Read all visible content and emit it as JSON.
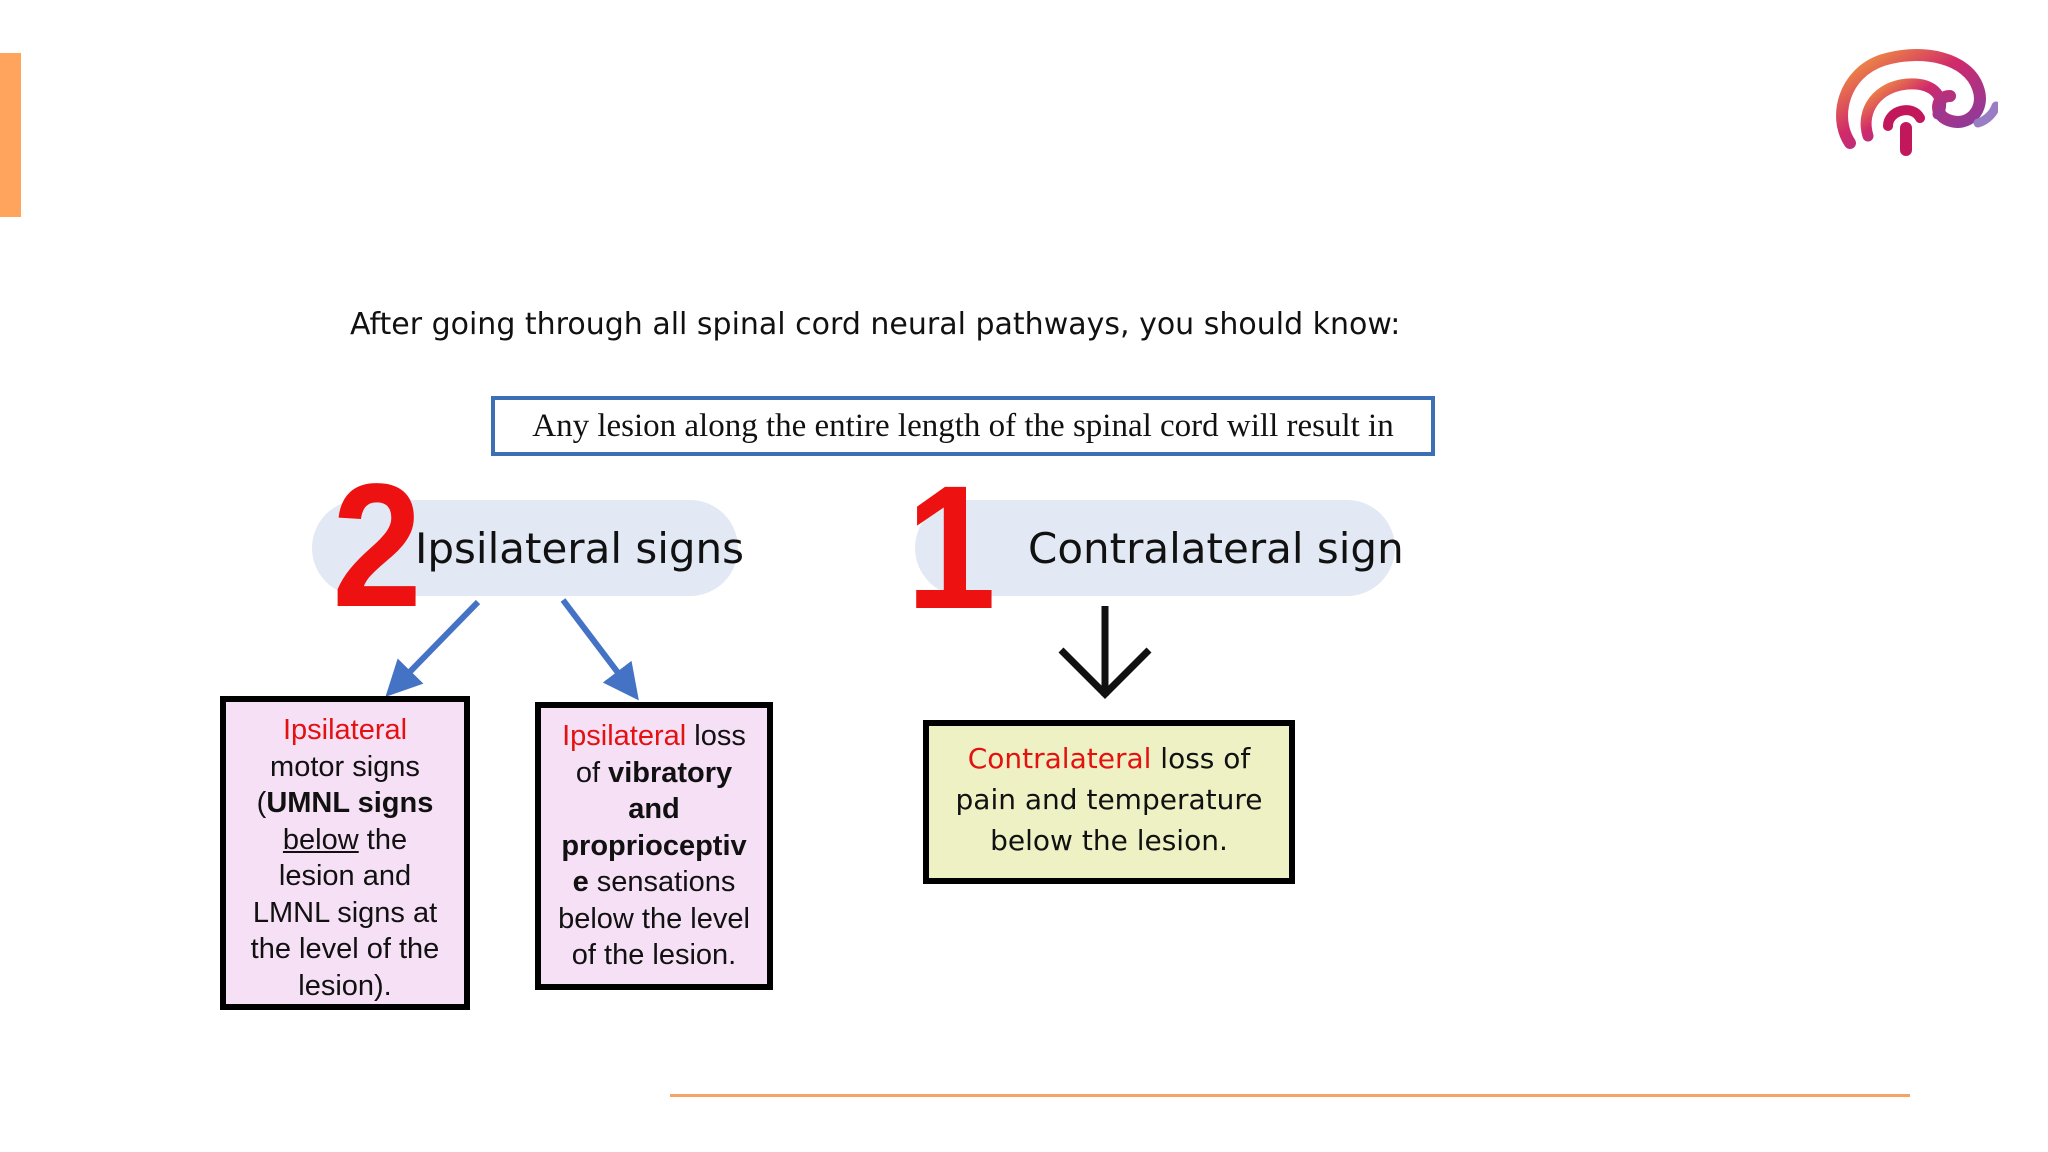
{
  "intro": "After going through all spinal cord neural pathways, you should know:",
  "lesion_box": "Any lesion along the entire length of the spinal cord will result in",
  "ipsilateral": {
    "number": "2",
    "label": "Ipsilateral signs",
    "motor_box": {
      "l1": "Ipsilateral",
      "l2": "motor signs",
      "l3a": "(",
      "l3b": "UMNL signs",
      "l4a": "below",
      "l4b": " the",
      "l5": "lesion and",
      "l6": "LMNL signs at",
      "l7": "the level of the",
      "l8": "lesion)."
    },
    "vibratory_box": {
      "l1a": "Ipsilateral",
      "l1b": " loss",
      "l2a": "of ",
      "l2b": "vibratory",
      "l3": "and",
      "l4": "proprioceptiv",
      "l5a": "e",
      "l5b": " sensations",
      "l6": "below the level",
      "l7": "of the lesion."
    }
  },
  "contralateral": {
    "number": "1",
    "label": "Contralateral sign",
    "box": {
      "l1a": "Contralateral",
      "l1b": " loss of",
      "l2": "pain and temperature",
      "l3": "below the lesion."
    }
  },
  "colors": {
    "accent": "#ffa45c",
    "red": "#e41111",
    "arrow_blue": "#4472c4",
    "pill": "#e2e9f4",
    "pink_box": "#f6e0f6",
    "yellow_box": "#eef1c4"
  }
}
